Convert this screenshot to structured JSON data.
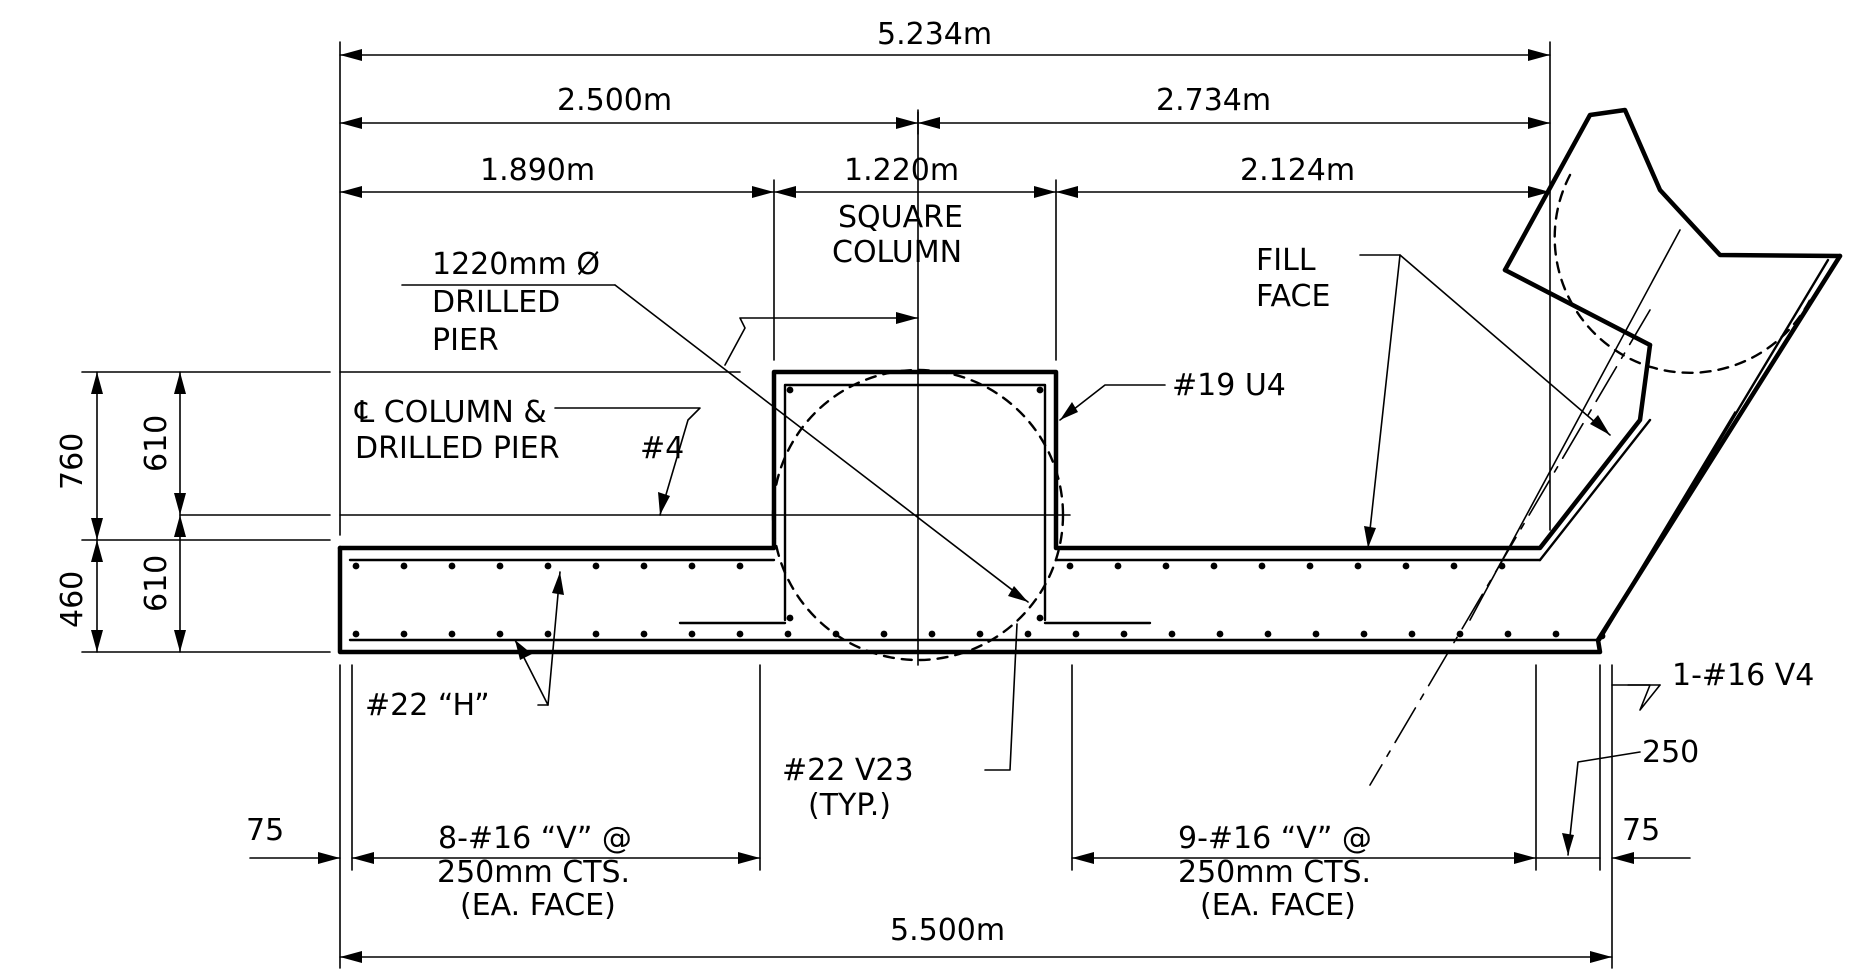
{
  "dimensions": {
    "top_overall": "5.234m",
    "left_to_column_cl": "2.500m",
    "column_cl_to_face": "2.734m",
    "left_to_column": "1.890m",
    "column_width": "1.220m",
    "column_to_face": "2.124m",
    "bottom_overall": "5.500m",
    "left_edge_cover": "75",
    "right_edge_cover": "75",
    "end_spacing": "250",
    "height_760": "760",
    "height_460": "460",
    "height_610_top": "610",
    "height_610_bottom": "610"
  },
  "labels": {
    "column_title_1": "SQUARE",
    "column_title_2": "COLUMN",
    "pier_dia": "1220mm Ø",
    "pier_word_1": "DRILLED",
    "pier_word_2": "PIER",
    "cl_line_1": "℄ COLUMN &",
    "cl_line_2": "DRILLED PIER",
    "bar_4": "#4",
    "fill_face_1": "FILL",
    "fill_face_2": "FACE",
    "u4_bar": "#19 U4",
    "h_bar": "#22 “H”",
    "v23_bar": "#22 V23",
    "v23_typ": "(TYP.)",
    "v4_bar": "1-#16 V4",
    "left_v_1": "8-#16 “V” @",
    "left_v_2": "250mm CTS.",
    "left_v_3": "(EA. FACE)",
    "right_v_1": "9-#16 “V” @",
    "right_v_2": "250mm CTS.",
    "right_v_3": "(EA. FACE)"
  }
}
